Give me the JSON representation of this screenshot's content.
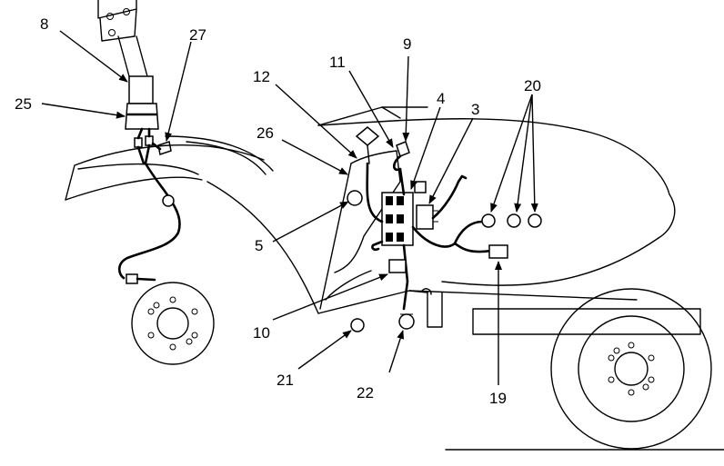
{
  "diagram": {
    "callouts": [
      {
        "id": "c8",
        "text": "8"
      },
      {
        "id": "c27",
        "text": "27"
      },
      {
        "id": "c25",
        "text": "25"
      },
      {
        "id": "c9",
        "text": "9"
      },
      {
        "id": "c11",
        "text": "11"
      },
      {
        "id": "c12",
        "text": "12"
      },
      {
        "id": "c4",
        "text": "4"
      },
      {
        "id": "c3",
        "text": "3"
      },
      {
        "id": "c20",
        "text": "20"
      },
      {
        "id": "c26",
        "text": "26"
      },
      {
        "id": "c5",
        "text": "5"
      },
      {
        "id": "c10",
        "text": "10"
      },
      {
        "id": "c21",
        "text": "21"
      },
      {
        "id": "c22",
        "text": "22"
      },
      {
        "id": "c19",
        "text": "19"
      }
    ]
  }
}
